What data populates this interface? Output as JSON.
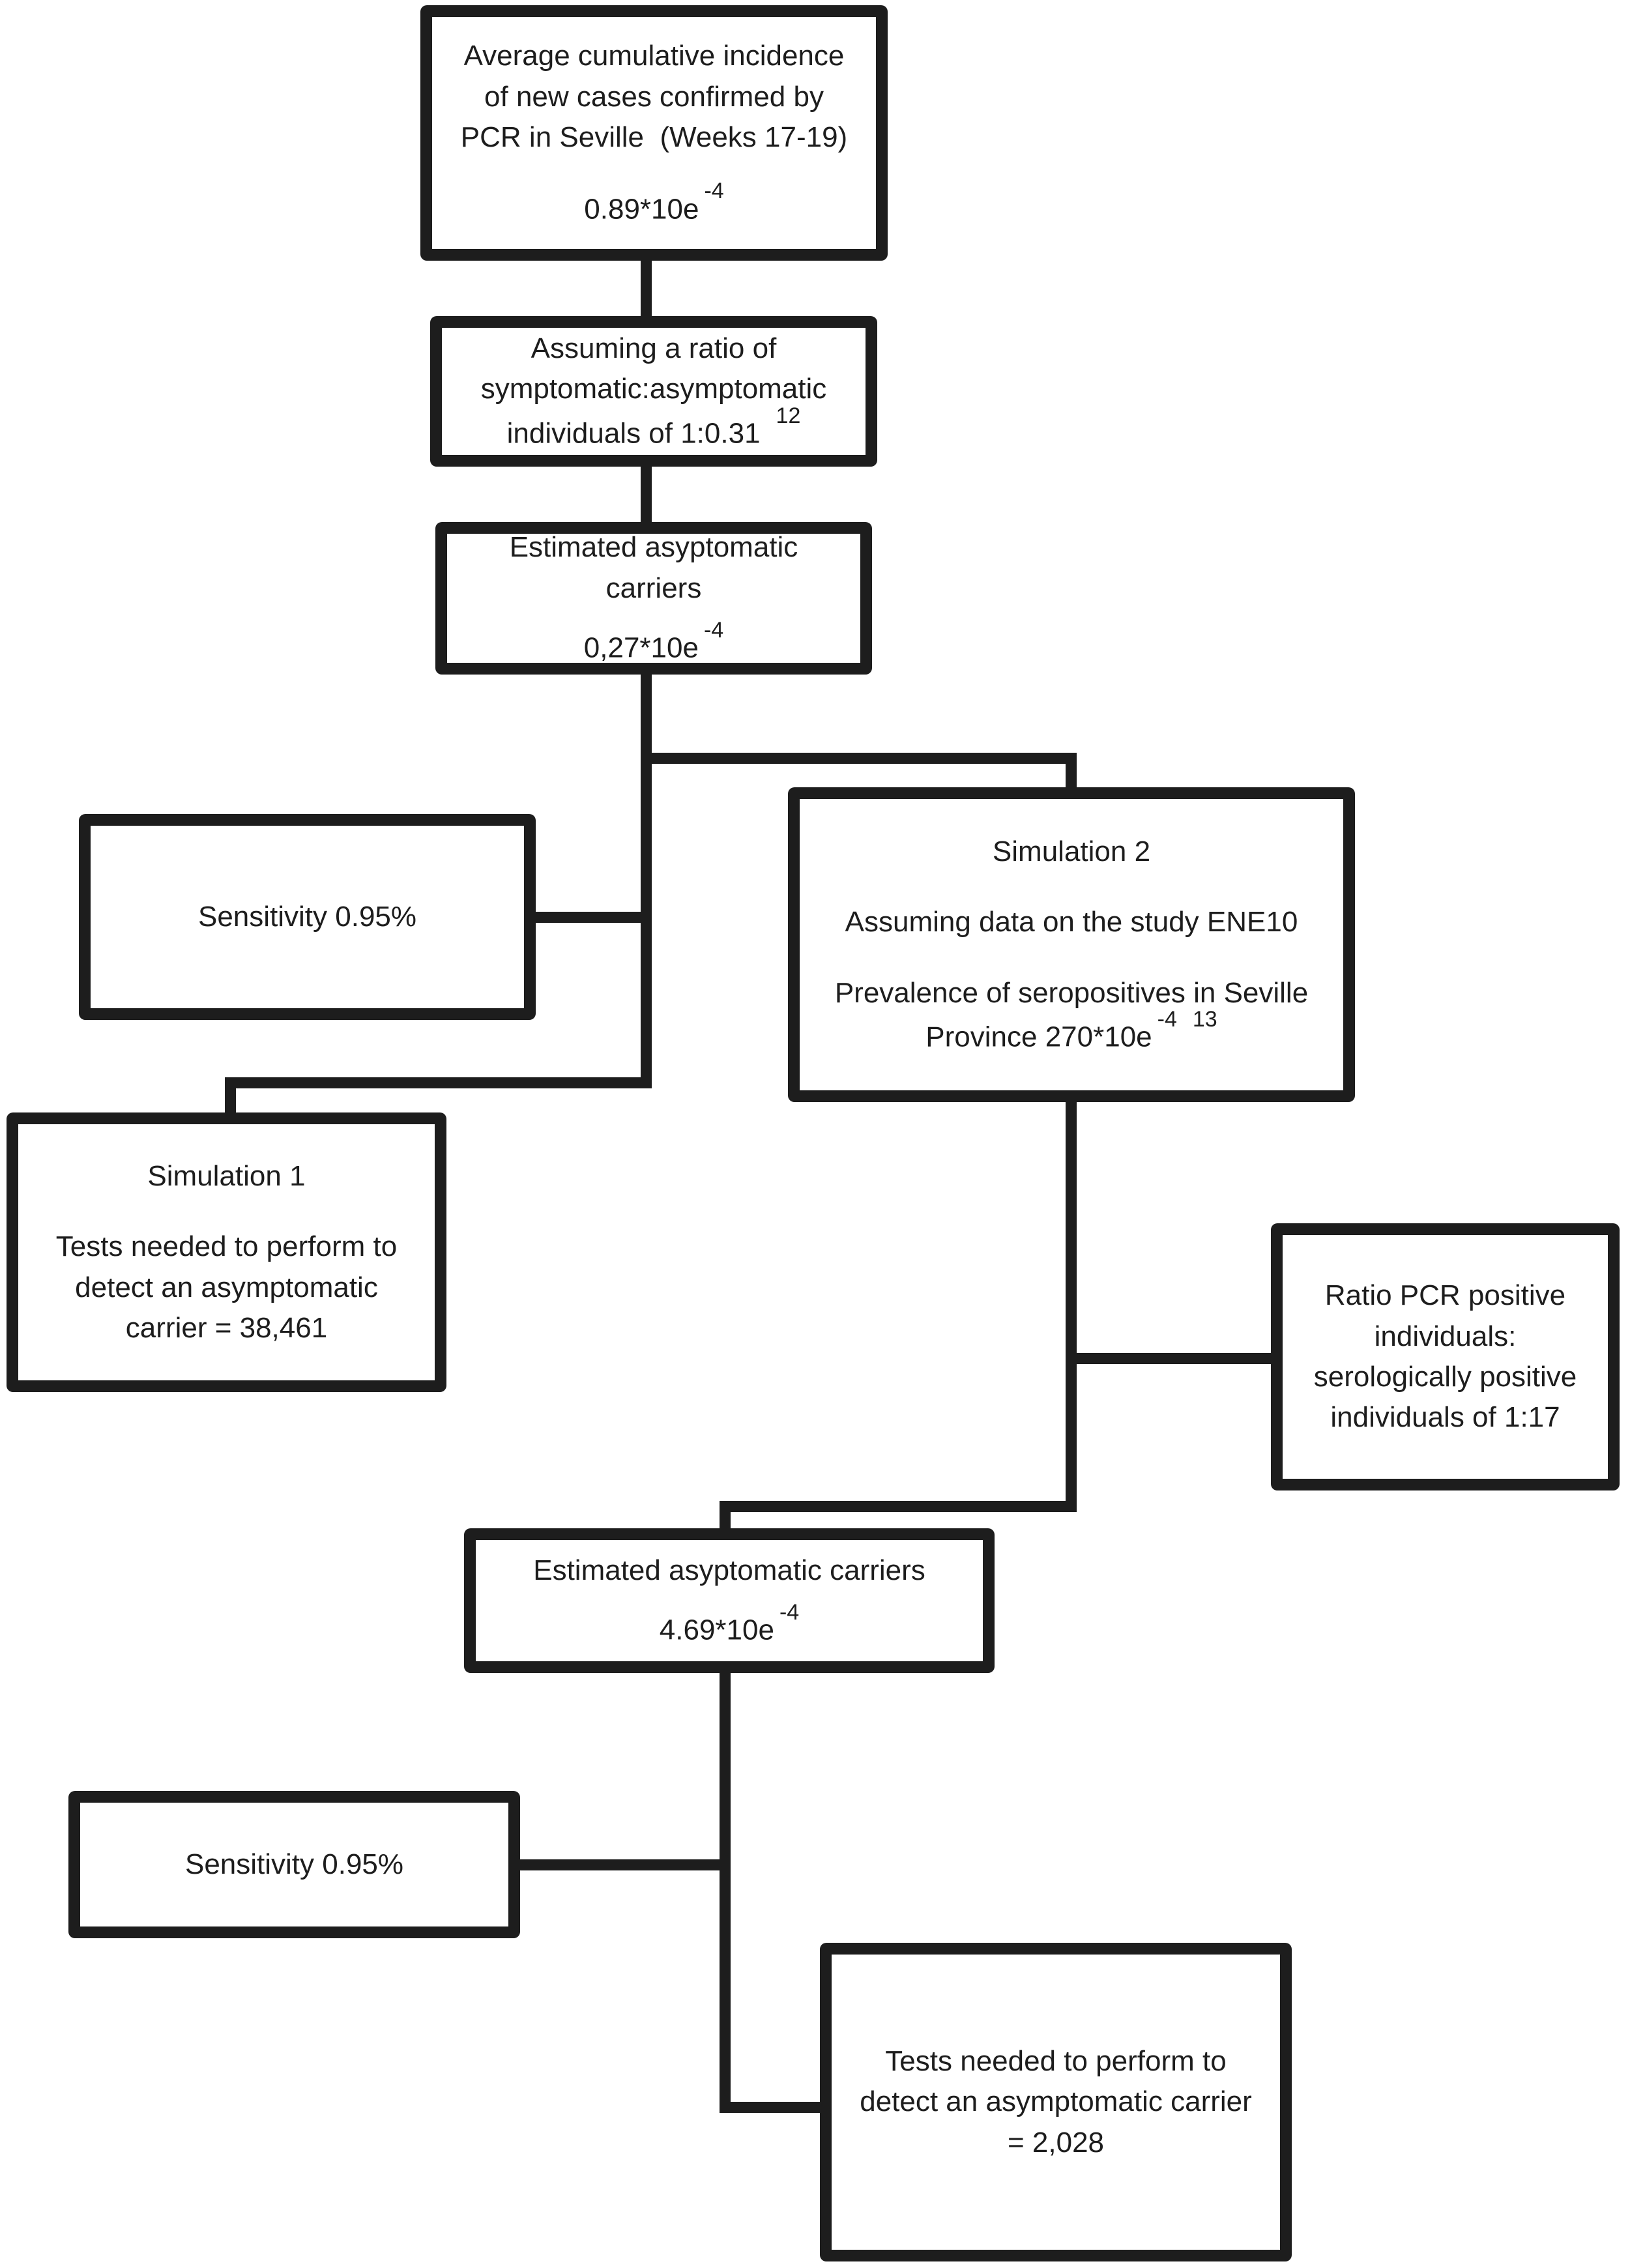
{
  "diagram": {
    "avg_incidence": {
      "lines": [
        "Average cumulative incidence",
        "of new cases confirmed by",
        "PCR in Seville  (Weeks 17-19)"
      ],
      "value": "0.89*10e",
      "value_sup": "-4"
    },
    "ratio_assumption": {
      "lines": [
        "Assuming a ratio of",
        "symptomatic:asymptomatic",
        "individuals of 1:0.31"
      ],
      "ref_sup": "12"
    },
    "est_carriers_1": {
      "lines": [
        "Estimated asyptomatic",
        "carriers"
      ],
      "value": "0,27*10e",
      "value_sup": "-4"
    },
    "sensitivity_1": {
      "label": "Sensitivity 0.95%"
    },
    "simulation_2": {
      "title": "Simulation 2",
      "line_1": "Assuming data on the study ENE10",
      "line_2": "Prevalence of seropositives in Seville",
      "line_3": "Province 270*10e",
      "value_sup": "-4",
      "ref_sup": "13"
    },
    "simulation_1": {
      "title": "Simulation 1",
      "lines": [
        "Tests needed to perform to",
        "detect an asymptomatic",
        "carrier = 38,461"
      ]
    },
    "ratio_pcr": {
      "lines": [
        "Ratio PCR positive",
        "individuals:",
        "serologically positive",
        "individuals of 1:17"
      ]
    },
    "est_carriers_2": {
      "line": "Estimated asyptomatic carriers",
      "value": "4.69*10e",
      "value_sup": "-4"
    },
    "sensitivity_2": {
      "label": "Sensitivity 0.95%"
    },
    "tests_needed_2": {
      "lines": [
        "Tests needed to perform to",
        "detect an asymptomatic carrier",
        "= 2,028"
      ]
    }
  }
}
